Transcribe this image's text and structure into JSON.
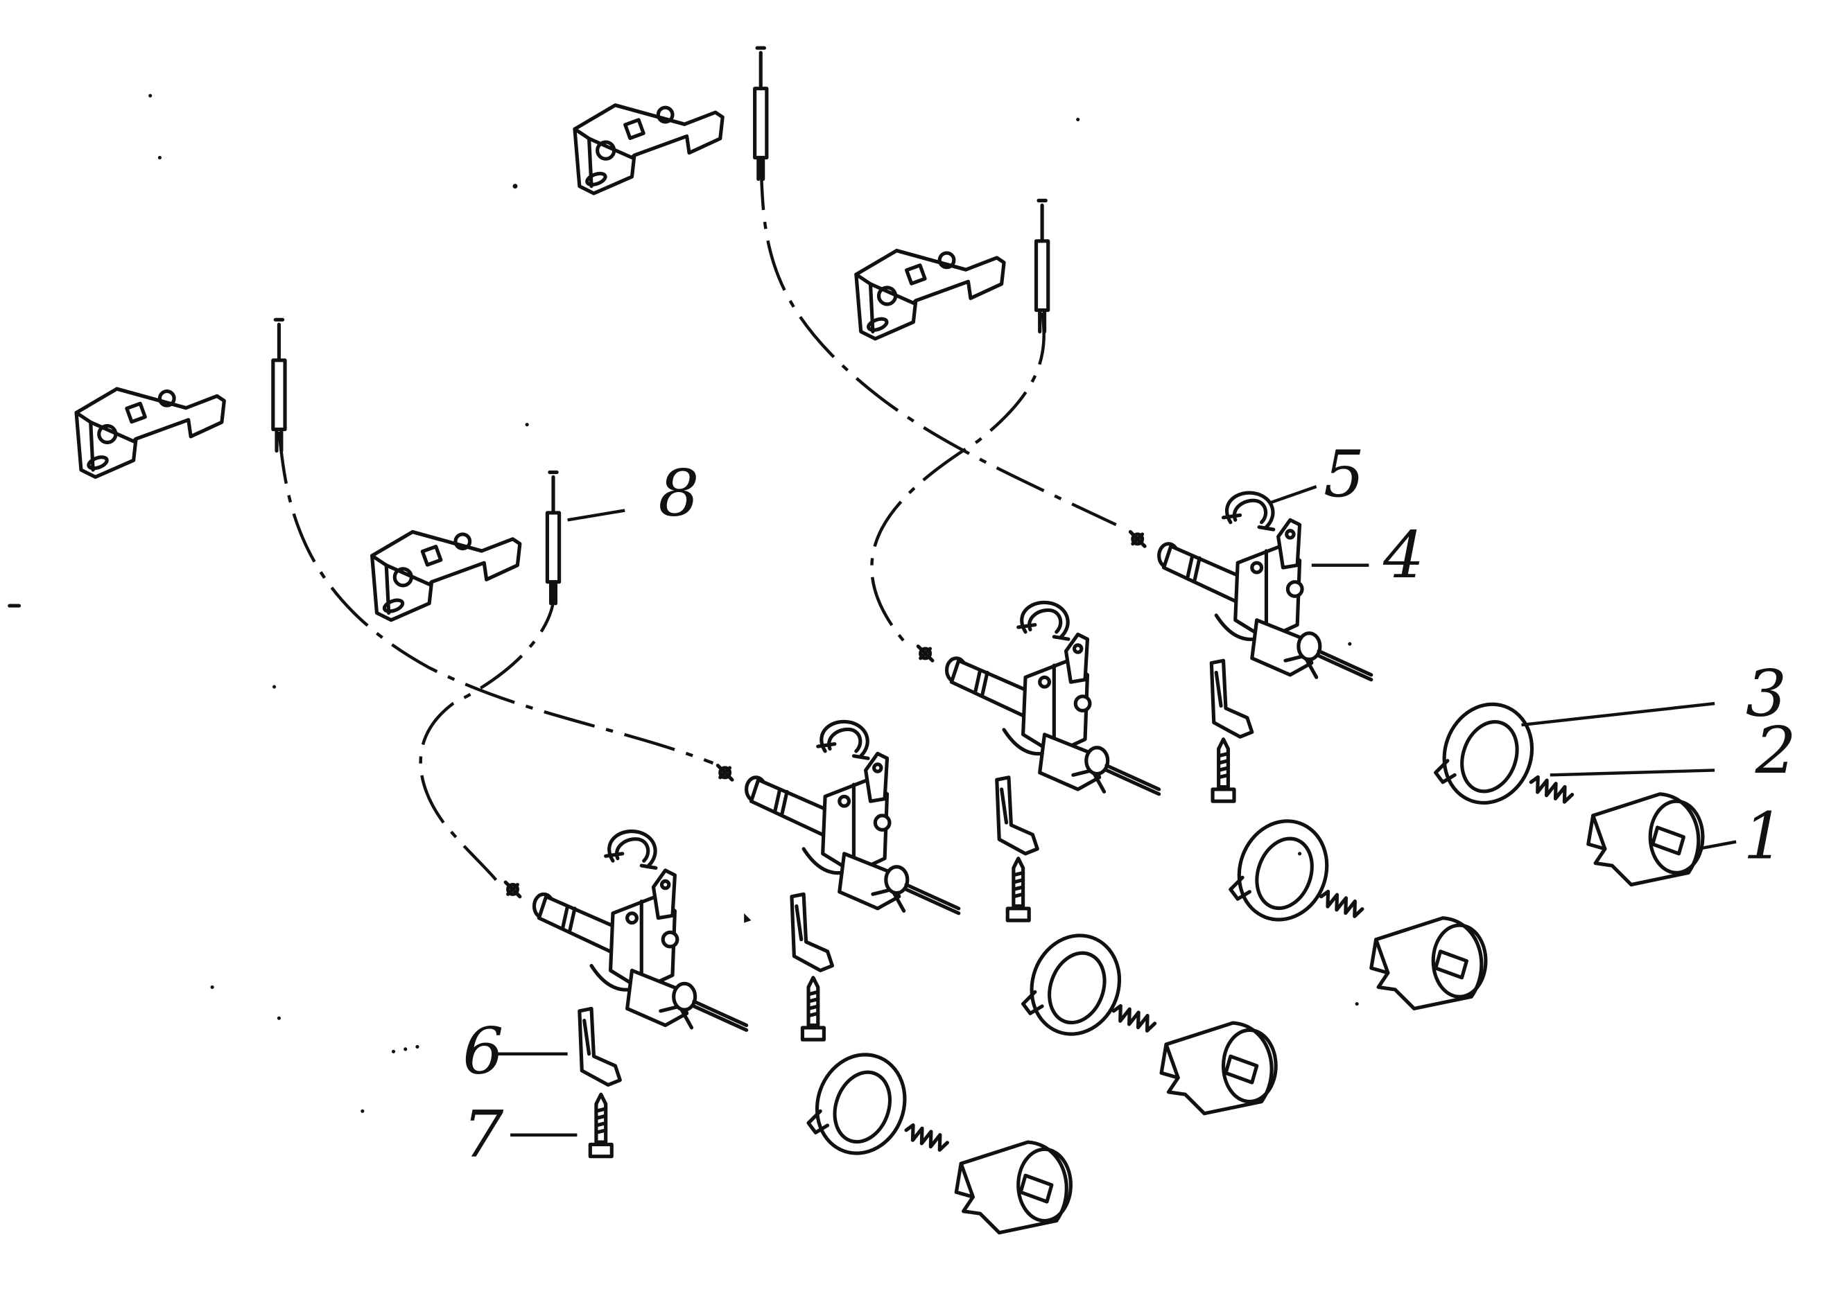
{
  "callouts": {
    "n1": "1",
    "n2": "2",
    "n3": "3",
    "n4": "4",
    "n5": "5",
    "n6": "6",
    "n7": "7",
    "n8": "8"
  },
  "colors": {
    "ink": "#111111",
    "paper": "#ffffff"
  }
}
